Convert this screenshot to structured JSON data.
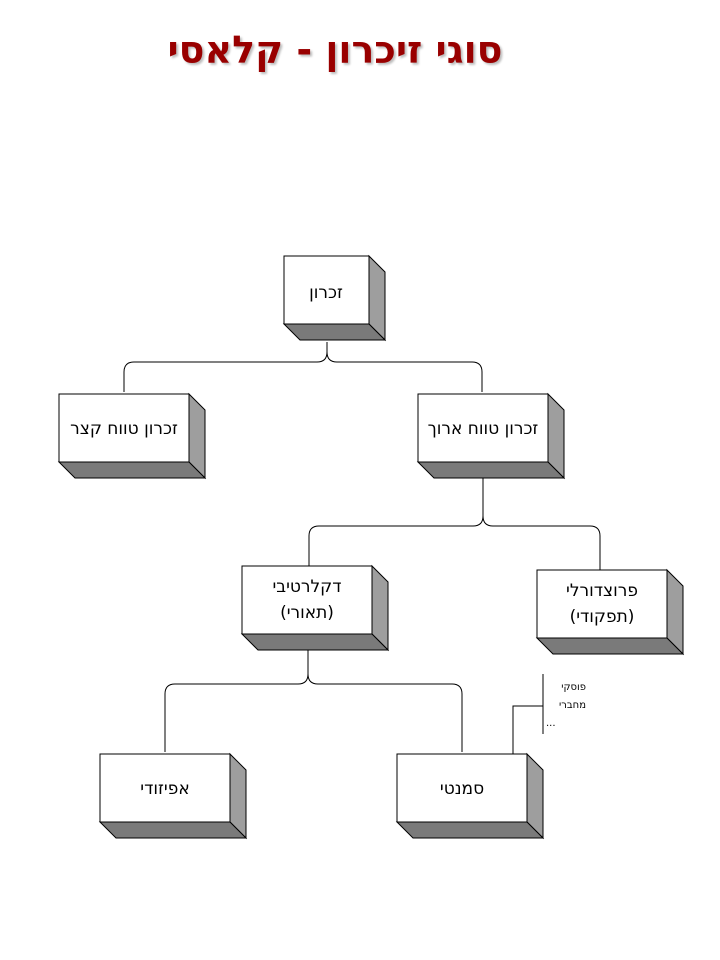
{
  "title": "סוגי   זיכרון - קלאסי",
  "nodes": {
    "memory": [
      "זכרון"
    ],
    "long_term": [
      "זכרון טווח ארוך"
    ],
    "short_term": [
      "זכרון טווח קצר"
    ],
    "declarative": [
      "דקלרטיבי",
      "(תאורי)"
    ],
    "procedural": [
      "פרוצדורלי",
      "(תפקודי)"
    ],
    "semantic": [
      "סמנטי"
    ],
    "episodic": [
      "אפיזודי"
    ]
  },
  "annotation": {
    "lines": [
      "פוסקי",
      "מחברי",
      "..."
    ]
  }
}
